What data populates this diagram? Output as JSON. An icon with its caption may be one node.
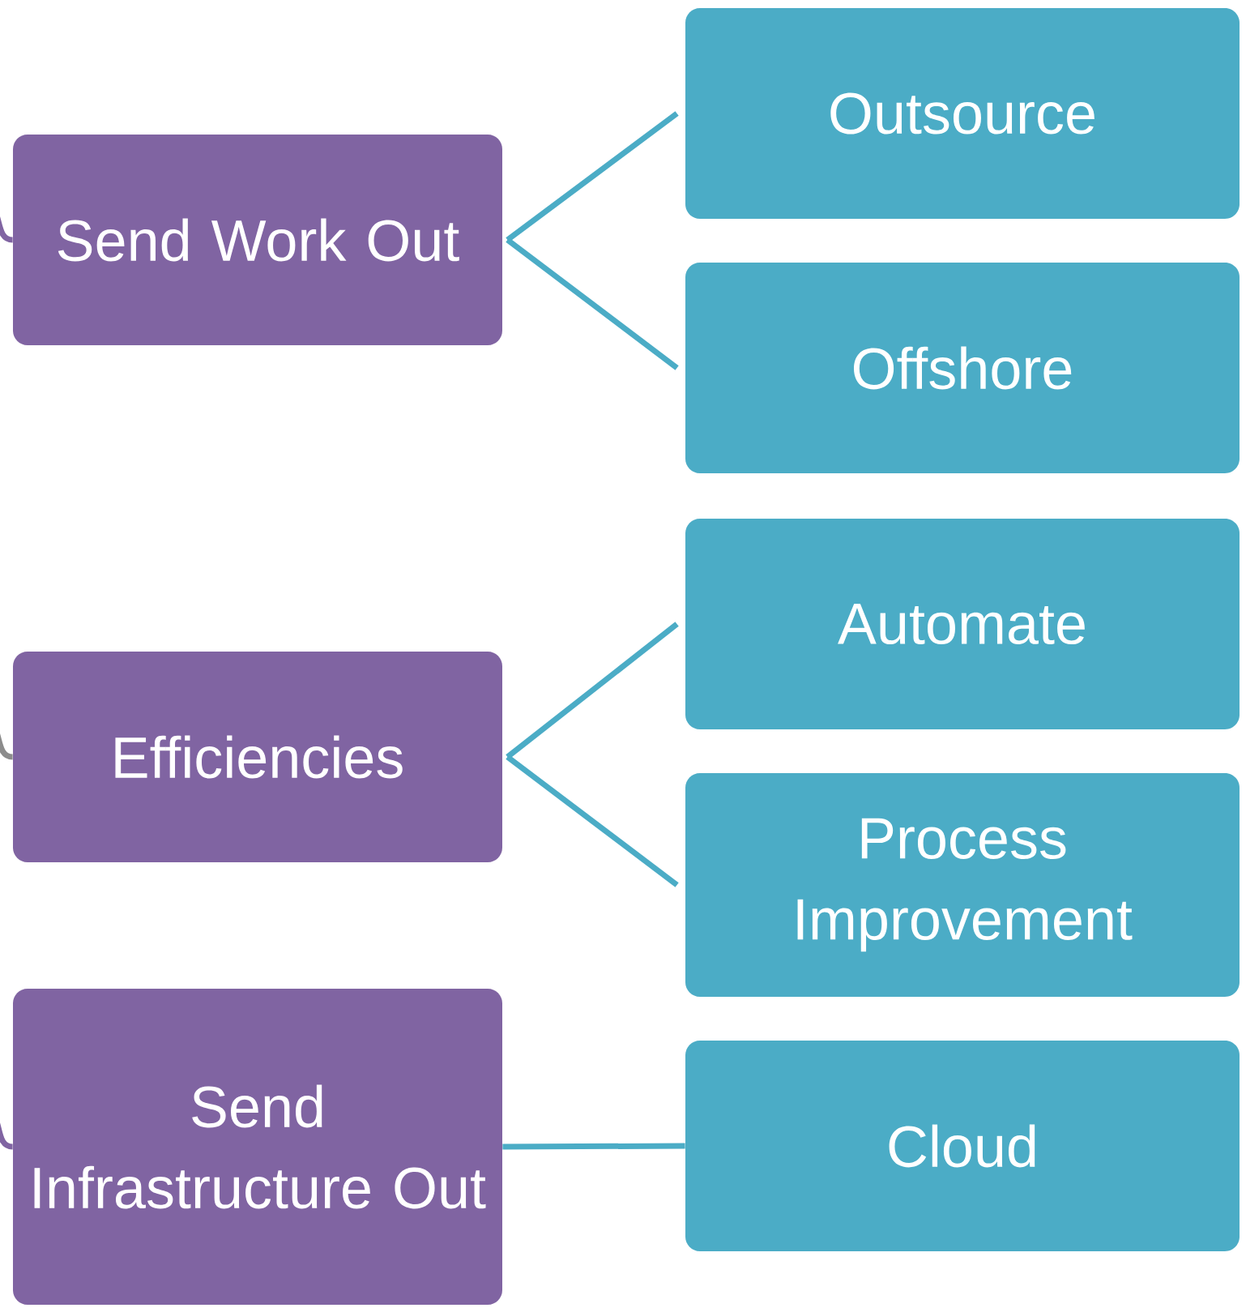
{
  "diagram": {
    "nodes": [
      {
        "text": [
          "Send Work Out"
        ]
      },
      {
        "text": [
          "Efficiencies"
        ]
      },
      {
        "text": [
          "Send Infrastructure Out"
        ]
      },
      {
        "text": [
          "Outsource"
        ]
      },
      {
        "text": [
          "Offshore"
        ]
      },
      {
        "text": [
          "Automate"
        ]
      },
      {
        "text": [
          "Process Improvement"
        ]
      },
      {
        "text": [
          "Cloud"
        ]
      }
    ],
    "edges": [
      {
        "from": null,
        "to": 0,
        "arrow": "none",
        "color": "#8064a2"
      },
      {
        "from": null,
        "to": 1,
        "arrow": "none",
        "color": "#8c8c8c"
      },
      {
        "from": null,
        "to": 2,
        "arrow": "none",
        "color": "#8064a2"
      },
      {
        "from": 0,
        "to": 3,
        "arrow": "none"
      },
      {
        "from": 0,
        "to": 4,
        "arrow": "none"
      },
      {
        "from": 1,
        "to": 5,
        "arrow": "none"
      },
      {
        "from": 1,
        "to": 6,
        "arrow": "none"
      },
      {
        "from": 2,
        "to": 7,
        "arrow": "none"
      }
    ]
  }
}
